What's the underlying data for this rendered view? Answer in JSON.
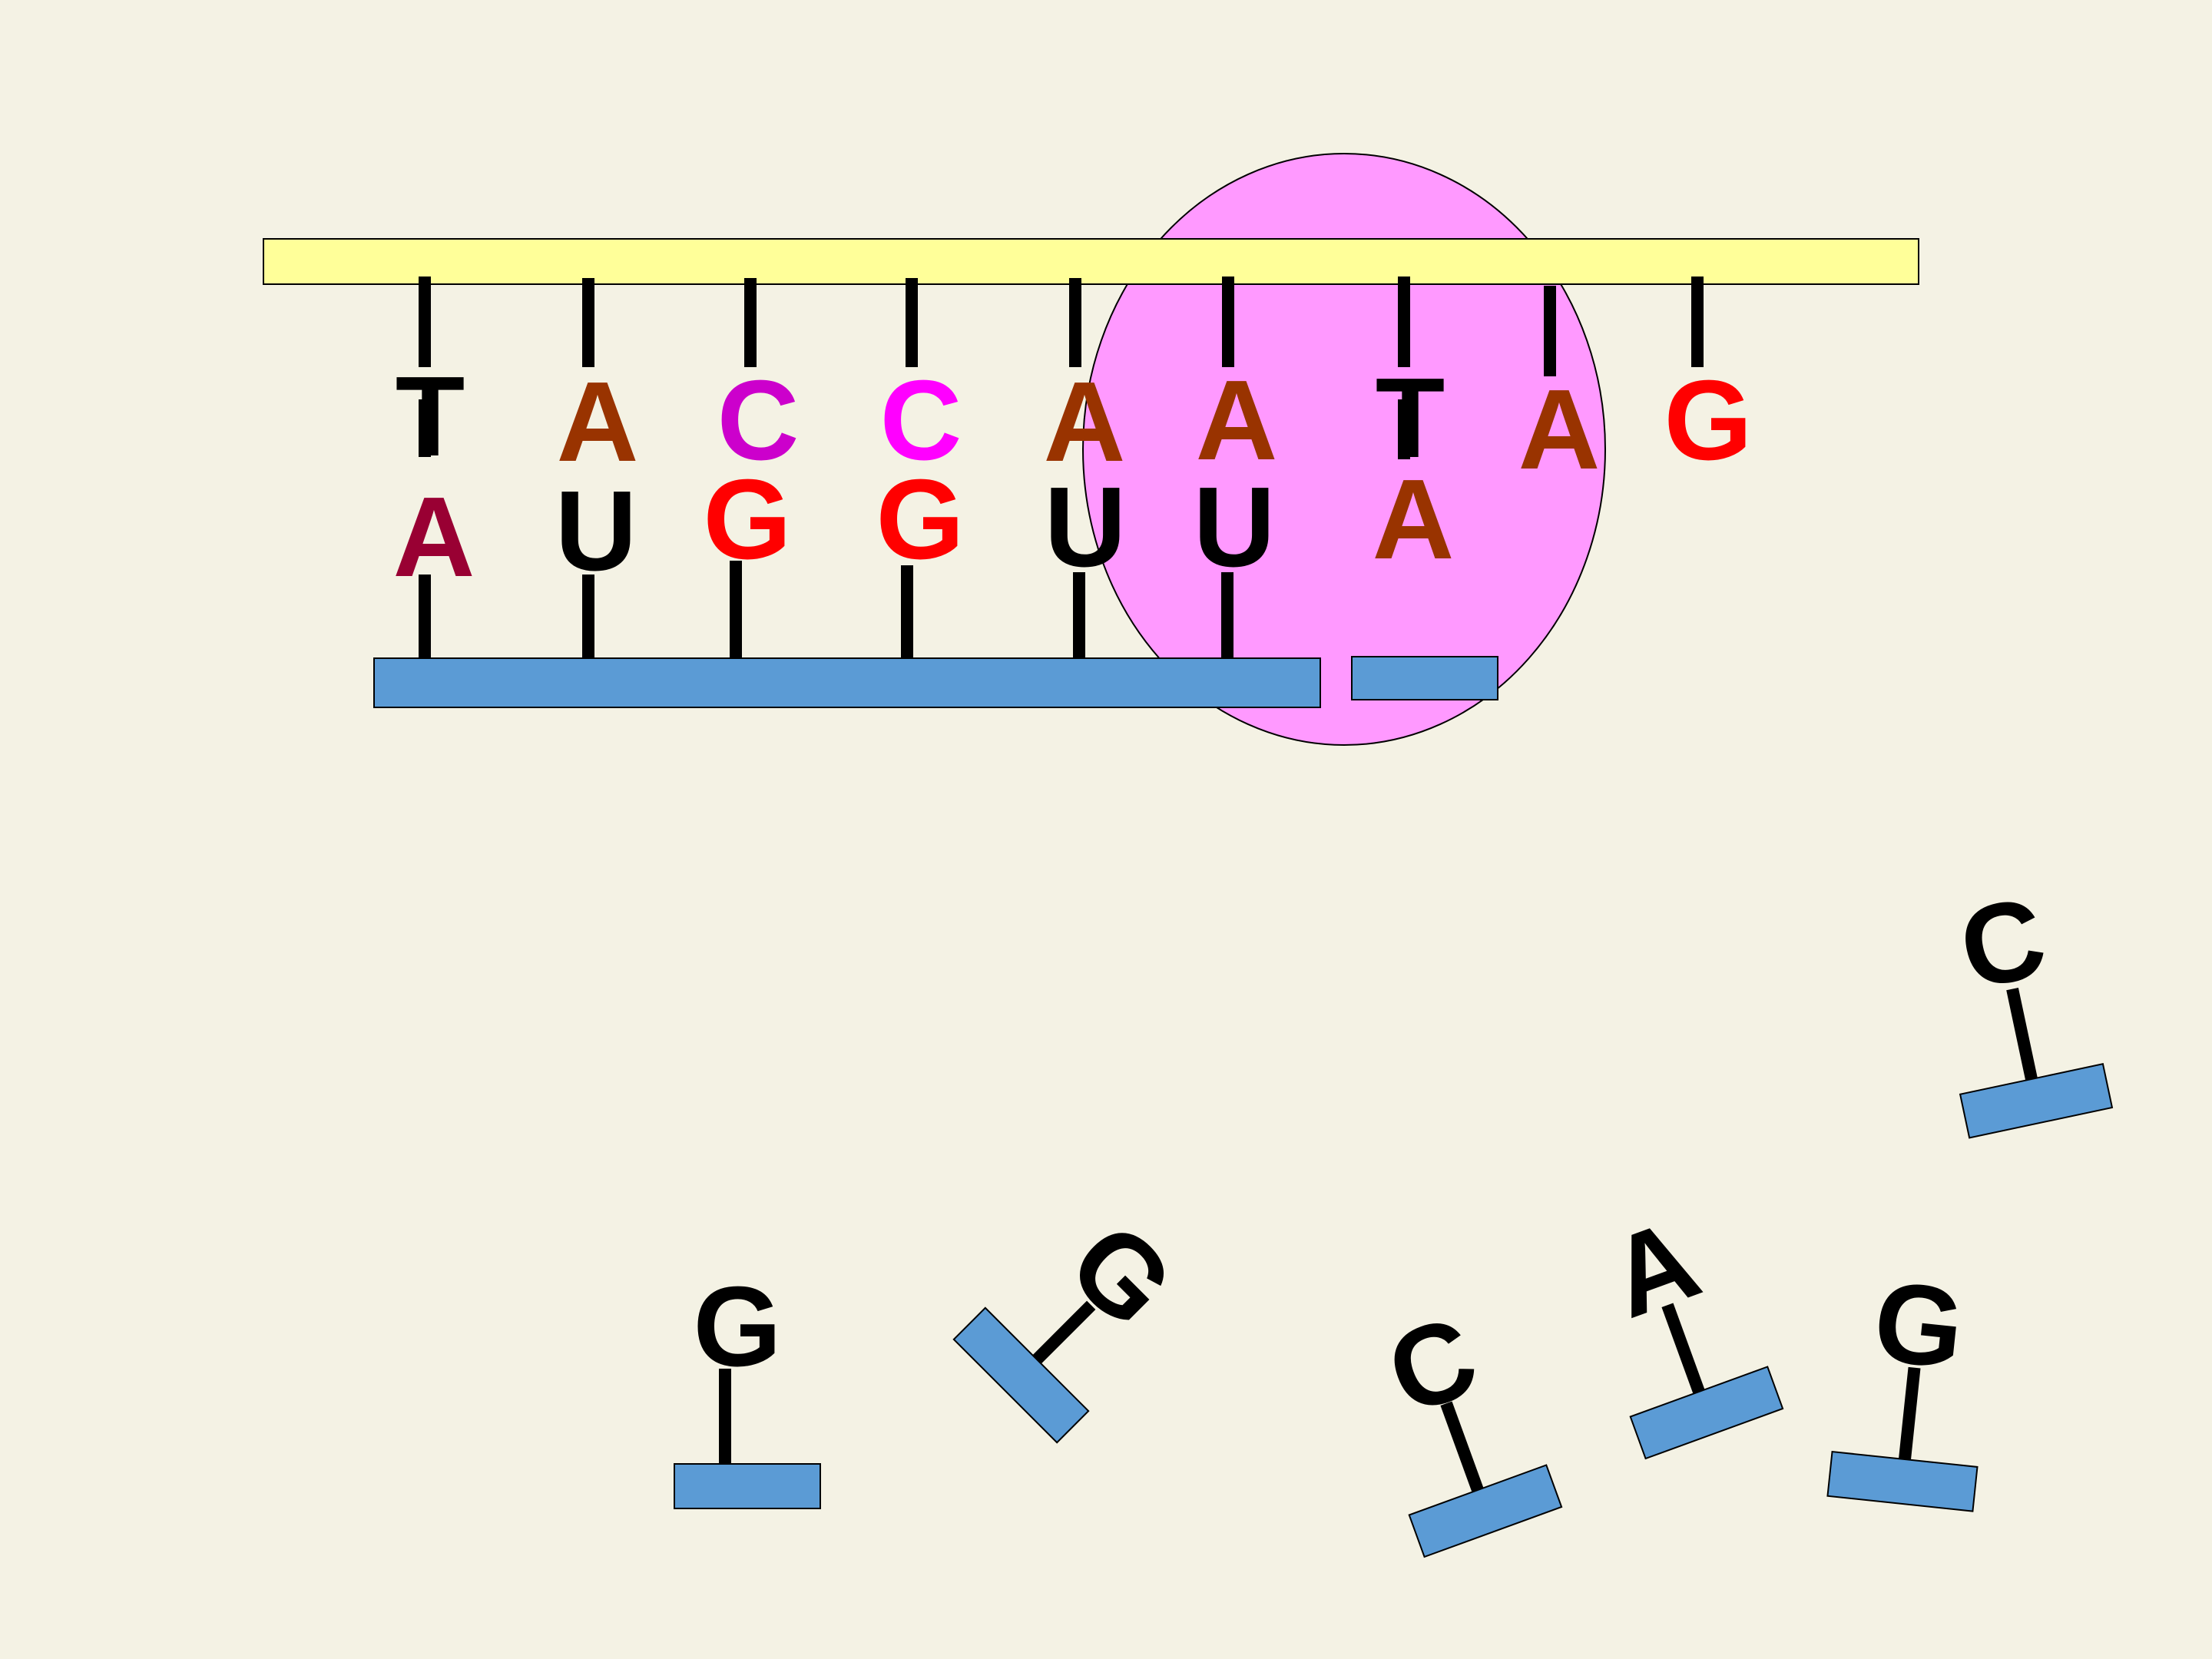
{
  "diagram": {
    "dna_template": {
      "strand_color": "#ffff99",
      "bases": [
        {
          "letter": "T",
          "color": "#000000"
        },
        {
          "letter": "A",
          "color": "#993300"
        },
        {
          "letter": "C",
          "color": "#cc00cc"
        },
        {
          "letter": "C",
          "color": "#ff00ff"
        },
        {
          "letter": "A",
          "color": "#993300"
        },
        {
          "letter": "A",
          "color": "#993300"
        },
        {
          "letter": "T",
          "color": "#000000"
        },
        {
          "letter": "A",
          "color": "#993300"
        },
        {
          "letter": "G",
          "color": "#ff0000"
        }
      ]
    },
    "mrna": {
      "strand_color": "#5b9bd5",
      "bases": [
        {
          "letter": "A",
          "color": "#990033"
        },
        {
          "letter": "U",
          "color": "#000000"
        },
        {
          "letter": "G",
          "color": "#ff0000"
        },
        {
          "letter": "G",
          "color": "#ff0000"
        },
        {
          "letter": "U",
          "color": "#000000"
        },
        {
          "letter": "U",
          "color": "#000000"
        },
        {
          "letter": "A",
          "color": "#993300"
        }
      ]
    },
    "rna_polymerase": {
      "color": "#ff99ff",
      "shape": "ellipse"
    },
    "free_nucleotides": [
      {
        "letter": "G",
        "color": "#ff0000"
      },
      {
        "letter": "G",
        "color": "#ff0000"
      },
      {
        "letter": "C",
        "color": "#ff00ff"
      },
      {
        "letter": "A",
        "color": "#993300"
      },
      {
        "letter": "G",
        "color": "#ff0000"
      },
      {
        "letter": "C",
        "color": "#ff00ff"
      }
    ]
  }
}
